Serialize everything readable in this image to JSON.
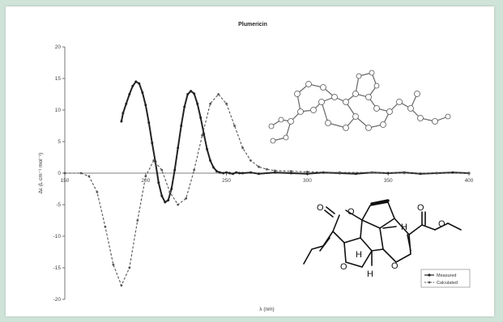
{
  "chart_data": {
    "type": "line",
    "title": "Plumericin",
    "xlabel": "λ (nm)",
    "ylabel": "Δε (L cm⁻¹ mol⁻¹)",
    "xlim": [
      150,
      400
    ],
    "ylim": [
      -20,
      20
    ],
    "x_ticks": [
      150,
      200,
      250,
      300,
      350,
      400
    ],
    "y_ticks": [
      20,
      15,
      10,
      5,
      0,
      -5,
      -10,
      -15,
      -20
    ],
    "grid": false,
    "legend_position": "bottom-right",
    "series": [
      {
        "name": "Measured",
        "color": "#222222",
        "x": [
          185,
          186,
          188,
          190,
          192,
          194,
          196,
          198,
          200,
          202,
          204,
          206,
          208,
          210,
          212,
          214,
          216,
          218,
          220,
          222,
          224,
          226,
          228,
          230,
          232,
          234,
          236,
          238,
          240,
          242,
          244,
          246,
          248,
          250,
          252,
          254,
          256,
          258,
          260,
          265,
          270,
          280,
          290,
          300,
          310,
          320,
          330,
          340,
          350,
          360,
          370,
          380,
          390,
          400
        ],
        "values": [
          8.2,
          9.5,
          11.0,
          12.5,
          13.8,
          14.5,
          14.2,
          12.8,
          10.8,
          8.0,
          4.8,
          1.8,
          -1.5,
          -3.6,
          -4.6,
          -4.3,
          -2.5,
          0.5,
          4.0,
          7.5,
          10.5,
          12.5,
          13.0,
          12.6,
          11.0,
          8.8,
          6.2,
          3.8,
          2.0,
          0.9,
          0.3,
          0.1,
          0.0,
          0.1,
          0.0,
          -0.1,
          0.1,
          0.0,
          0.0,
          0.1,
          -0.1,
          0.1,
          0.0,
          -0.1,
          0.1,
          0.0,
          -0.1,
          0.1,
          0.0,
          0.1,
          -0.1,
          0.0,
          0.1,
          0.0
        ]
      },
      {
        "name": "Calculated",
        "color": "#555555",
        "x": [
          150,
          160,
          165,
          170,
          175,
          180,
          185,
          190,
          195,
          200,
          205,
          210,
          215,
          220,
          225,
          230,
          235,
          240,
          245,
          250,
          255,
          260,
          265,
          270,
          275,
          280,
          290,
          300,
          320,
          340,
          360,
          380,
          400
        ],
        "values": [
          0,
          0,
          -0.5,
          -3.0,
          -8.5,
          -14.5,
          -17.8,
          -15.0,
          -7.5,
          -0.5,
          2.0,
          0.5,
          -3.0,
          -5.0,
          -4.0,
          0.5,
          6.0,
          11.0,
          12.5,
          11.0,
          7.5,
          4.0,
          2.0,
          1.0,
          0.6,
          0.4,
          0.3,
          0.2,
          0.1,
          0.1,
          0.0,
          0.0,
          0.0
        ]
      }
    ]
  }
}
